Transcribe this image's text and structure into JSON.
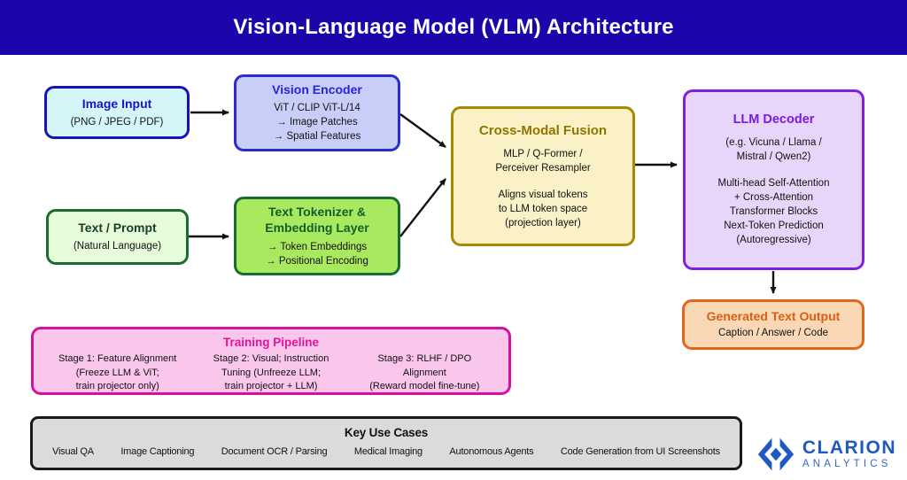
{
  "header": {
    "title": "Vision-Language Model (VLM) Architecture"
  },
  "diagram": {
    "image_input": {
      "title": "Image Input",
      "subtitle": "(PNG / JPEG / PDF)"
    },
    "vision_encoder": {
      "title": "Vision Encoder",
      "lines": [
        "ViT / CLIP ViT-L/14",
        "→ Image Patches",
        "→ Spatial Features"
      ]
    },
    "text_prompt": {
      "title": "Text / Prompt",
      "subtitle": "(Natural Language)"
    },
    "text_tokenizer": {
      "title": "Text Tokenizer & Embedding Layer",
      "lines": [
        "→ Token Embeddings",
        "→ Positional Encoding"
      ]
    },
    "cross_modal_fusion": {
      "title": "Cross-Modal Fusion",
      "methods": [
        "MLP / Q-Former /",
        "Perceiver Resampler"
      ],
      "description": [
        "Aligns visual tokens",
        "to LLM token space",
        "(projection layer)"
      ]
    },
    "llm_decoder": {
      "title": "LLM Decoder",
      "models": [
        "(e.g. Vicuna / Llama /",
        "Mistral / Qwen2)"
      ],
      "details": [
        "Multi-head Self-Attention",
        "+ Cross-Attention",
        "Transformer Blocks",
        "Next-Token Prediction",
        "(Autoregressive)"
      ]
    },
    "generated_text_output": {
      "title": "Generated Text Output",
      "subtitle": "Caption / Answer / Code"
    },
    "training_pipeline": {
      "title": "Training Pipeline",
      "stages": [
        {
          "lines": [
            "Stage 1: Feature Alignment",
            "(Freeze LLM & ViT;",
            "train projector only)"
          ]
        },
        {
          "lines": [
            "Stage 2: Visual; Instruction",
            "Tuning (Unfreeze LLM;",
            "train projector + LLM)"
          ]
        },
        {
          "lines": [
            "Stage 3: RLHF / DPO",
            "Alignment",
            "(Reward model fine-tune)"
          ]
        }
      ]
    },
    "key_use_cases": {
      "title": "Key Use Cases",
      "items": [
        "Visual QA",
        "Image Captioning",
        "Document OCR / Parsing",
        "Medical Imaging",
        "Autonomous Agents",
        "Code Generation from UI Screenshots"
      ]
    }
  },
  "logo": {
    "brand": "CLARION",
    "sub_brand": "ANALYTICS",
    "brand_color": "#1F5AC4"
  },
  "colors": {
    "header_bg": "#1B06AC",
    "image_input_fill": "#D5F6F9",
    "image_input_border": "#1A12B8",
    "vision_encoder_fill": "#C9CEF8",
    "vision_encoder_border": "#2B2BD0",
    "text_prompt_fill": "#E6FBDA",
    "text_prompt_border": "#1C6B30",
    "text_tokenizer_fill": "#A9E960",
    "text_tokenizer_border": "#176B2F",
    "fusion_fill": "#FAF2C6",
    "fusion_border": "#A68A00",
    "llm_decoder_fill": "#E7D6F9",
    "llm_decoder_border": "#7F1FE3",
    "generated_output_fill": "#FAD8B6",
    "generated_output_border": "#E2661B",
    "training_fill": "#FBC6EB",
    "training_border": "#D50F9E",
    "use_cases_fill": "#DBDBDB",
    "use_cases_border": "#1A1A1A"
  }
}
